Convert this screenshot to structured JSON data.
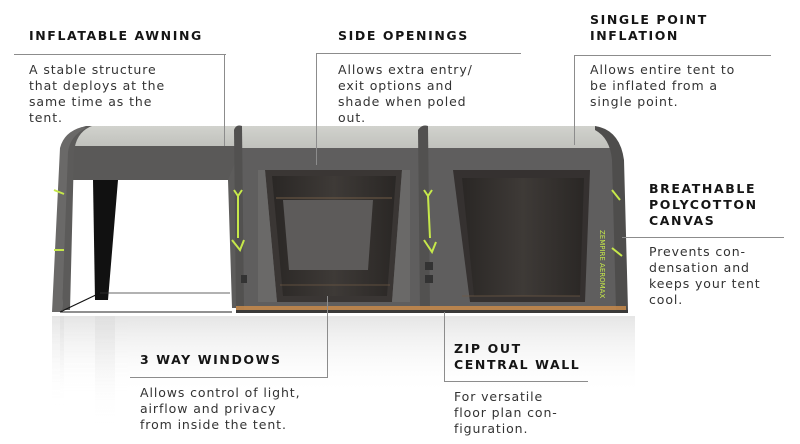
{
  "callouts": [
    {
      "id": "inflatable-awning",
      "title": "INFLATABLE AWNING",
      "description": "A stable structure\nthat deploys at the\nsame time as the\ntent."
    },
    {
      "id": "side-openings",
      "title": "SIDE OPENINGS",
      "description": "Allows extra entry/\nexit options and\nshade when poled\nout."
    },
    {
      "id": "single-point-inflation",
      "title": "SINGLE POINT\nINFLATION",
      "title_line1": "SINGLE POINT",
      "title_line2": "INFLATION",
      "description": "Allows entire tent to\nbe inflated from a\nsingle point."
    },
    {
      "id": "breathable-polycotton-canvas",
      "title_line1": "BREATHABLE",
      "title_line2": "POLYCOTTON",
      "title_line3": "CANVAS",
      "description": "Prevents con-\ndensation and\nkeeps your tent\ncool."
    },
    {
      "id": "3-way-windows",
      "title": "3 WAY WINDOWS",
      "description": "Allows control of light,\nairflow and privacy\nfrom inside the tent."
    },
    {
      "id": "zip-out-central-wall",
      "title_line1": "ZIP OUT",
      "title_line2": "CENTRAL WALL",
      "description": "For versatile\nfloor plan con-\nfiguration."
    }
  ],
  "product": {
    "illustration": "inflatable-tent-with-awning",
    "brand_text": "Zempire",
    "colors": {
      "roof": "#c9cac5",
      "body": "#5f5e5e",
      "body_dark": "#4a4948",
      "beam": "#555454",
      "mesh": "#2b2826",
      "accent_strap": "#c6e84a",
      "trim": "#c88a4a",
      "callout_line": "#8c8c8c"
    }
  }
}
